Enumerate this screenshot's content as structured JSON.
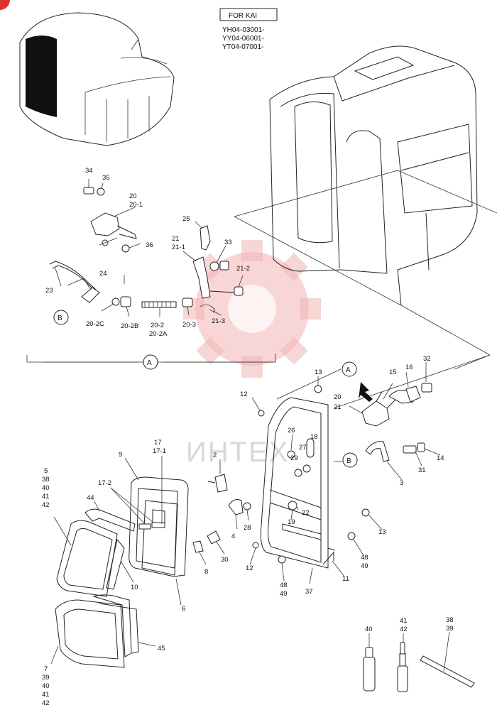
{
  "header": {
    "model_box": "FOR KAI",
    "serials": [
      "YH04-03001-",
      "YY04-06001-",
      "YT04-07001-"
    ]
  },
  "watermark": "ИНТЕХ",
  "callouts": {
    "A": "A",
    "B": "B"
  },
  "labels": [
    {
      "id": "l34",
      "text": "34"
    },
    {
      "id": "l35",
      "text": "35"
    },
    {
      "id": "l20a",
      "text": "20"
    },
    {
      "id": "l20_1",
      "text": "20-1"
    },
    {
      "id": "l36",
      "text": "36"
    },
    {
      "id": "l24",
      "text": "24"
    },
    {
      "id": "l23",
      "text": "23"
    },
    {
      "id": "l20_2C",
      "text": "20-2C"
    },
    {
      "id": "l20_2B",
      "text": "20-2B"
    },
    {
      "id": "l20_2",
      "text": "20-2"
    },
    {
      "id": "l20_2A",
      "text": "20-2A"
    },
    {
      "id": "l25",
      "text": "25"
    },
    {
      "id": "l21a",
      "text": "21"
    },
    {
      "id": "l21_1",
      "text": "21-1"
    },
    {
      "id": "l33",
      "text": "33"
    },
    {
      "id": "l21_2",
      "text": "21-2"
    },
    {
      "id": "l20_3",
      "text": "20-3"
    },
    {
      "id": "l21_3",
      "text": "21-3"
    },
    {
      "id": "l13a",
      "text": "13"
    },
    {
      "id": "l12a",
      "text": "12"
    },
    {
      "id": "l15",
      "text": "15"
    },
    {
      "id": "l16",
      "text": "16"
    },
    {
      "id": "l32",
      "text": "32"
    },
    {
      "id": "l20b",
      "text": "20"
    },
    {
      "id": "l21b",
      "text": "21"
    },
    {
      "id": "l18",
      "text": "18"
    },
    {
      "id": "l26",
      "text": "26"
    },
    {
      "id": "l27",
      "text": "27"
    },
    {
      "id": "l29",
      "text": "29"
    },
    {
      "id": "l14",
      "text": "14"
    },
    {
      "id": "l31",
      "text": "31"
    },
    {
      "id": "l3",
      "text": "3"
    },
    {
      "id": "l2",
      "text": "2"
    },
    {
      "id": "l22",
      "text": "22"
    },
    {
      "id": "l19",
      "text": "19"
    },
    {
      "id": "l4",
      "text": "4"
    },
    {
      "id": "l28",
      "text": "28"
    },
    {
      "id": "l13b",
      "text": "13"
    },
    {
      "id": "l48a",
      "text": "48"
    },
    {
      "id": "l49a",
      "text": "49"
    },
    {
      "id": "l12b",
      "text": "12"
    },
    {
      "id": "l48b",
      "text": "48"
    },
    {
      "id": "l49b",
      "text": "49"
    },
    {
      "id": "l11",
      "text": "11"
    },
    {
      "id": "l37",
      "text": "37"
    },
    {
      "id": "l9",
      "text": "9"
    },
    {
      "id": "l17",
      "text": "17"
    },
    {
      "id": "l17_1",
      "text": "17-1"
    },
    {
      "id": "l17_2",
      "text": "17-2"
    },
    {
      "id": "l44",
      "text": "44"
    },
    {
      "id": "l5",
      "text": "5"
    },
    {
      "id": "l38a",
      "text": "38"
    },
    {
      "id": "l40a",
      "text": "40"
    },
    {
      "id": "l41a",
      "text": "41"
    },
    {
      "id": "l42a",
      "text": "42"
    },
    {
      "id": "l10",
      "text": "10"
    },
    {
      "id": "l8",
      "text": "8"
    },
    {
      "id": "l30",
      "text": "30"
    },
    {
      "id": "l6",
      "text": "6"
    },
    {
      "id": "l45",
      "text": "45"
    },
    {
      "id": "l7",
      "text": "7"
    },
    {
      "id": "l39a",
      "text": "39"
    },
    {
      "id": "l40b",
      "text": "40"
    },
    {
      "id": "l41b",
      "text": "41"
    },
    {
      "id": "l42b",
      "text": "42"
    },
    {
      "id": "l40c",
      "text": "40"
    },
    {
      "id": "l41c",
      "text": "41"
    },
    {
      "id": "l42c",
      "text": "42"
    },
    {
      "id": "l38b",
      "text": "38"
    },
    {
      "id": "l39b",
      "text": "39"
    }
  ]
}
